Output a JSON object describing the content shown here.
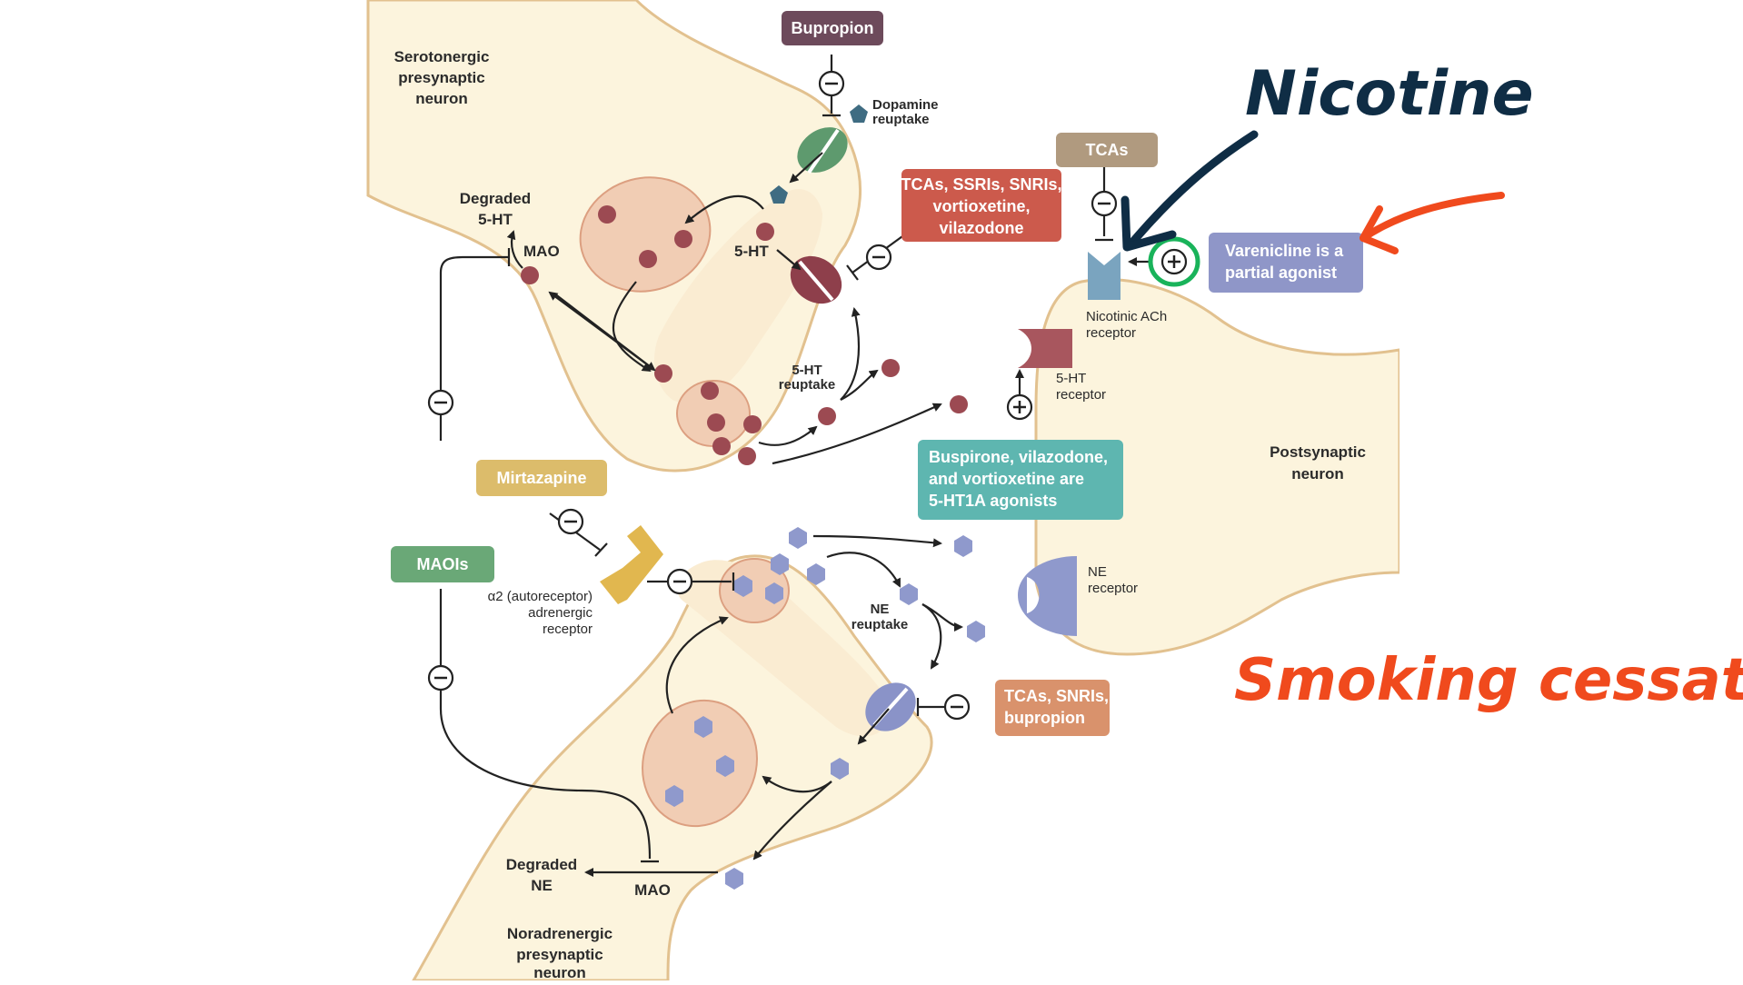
{
  "diagram": {
    "drug_boxes": {
      "bupropion": {
        "label": "Bupropion",
        "color": "#6d4a5b"
      },
      "tcas_top": {
        "label": "TCAs",
        "color": "#b09a7f"
      },
      "tcas_ssris": {
        "lines": [
          "TCAs, SSRIs, SNRIs,",
          "vortioxetine,",
          "vilazodone"
        ],
        "color": "#cc5a4c"
      },
      "varenicline": {
        "lines": [
          "Varenicline is a",
          "partial agonist"
        ],
        "color": "#8f96c8"
      },
      "buspirone": {
        "lines": [
          "Buspirone, vilazodone,",
          "and vortioxetine are",
          "5-HT1A agonists"
        ],
        "color": "#5eb6b0"
      },
      "mirtazapine": {
        "label": "Mirtazapine",
        "color": "#dcbc6b"
      },
      "maois": {
        "label": "MAOIs",
        "color": "#6aa877"
      },
      "tcas_snris": {
        "lines": [
          "TCAs, SNRIs,",
          "bupropion"
        ],
        "color": "#d9926c"
      }
    },
    "labels": {
      "serotonergic": [
        "Serotonergic",
        "presynaptic",
        "neuron"
      ],
      "degraded_5ht": [
        "Degraded",
        "5-HT"
      ],
      "mao_top": "MAO",
      "ht_5": "5-HT",
      "dopamine_reuptake": [
        "Dopamine",
        "reuptake"
      ],
      "ht_reuptake": [
        "5-HT",
        "reuptake"
      ],
      "nicotinic": [
        "Nicotinic ACh",
        "receptor"
      ],
      "ht_receptor": [
        "5-HT",
        "receptor"
      ],
      "postsynaptic": [
        "Postsynaptic",
        "neuron"
      ],
      "alpha2": [
        "α2 (autoreceptor)",
        "adrenergic",
        "receptor"
      ],
      "ne_reuptake": [
        "NE",
        "reuptake"
      ],
      "ne_receptor": [
        "NE",
        "receptor"
      ],
      "degraded_ne": [
        "Degraded",
        "NE"
      ],
      "mao_bottom": "MAO",
      "noradrenergic": [
        "Noradrenergic",
        "presynaptic",
        "neuron"
      ]
    },
    "annotations": {
      "nicotine": "Nicotine",
      "smoking": "Smoking cessation"
    },
    "colors": {
      "serotonin": "#9c4a52",
      "norepinephrine": "#8f99cc",
      "dopamine": "#3f6c82",
      "handwriting_blue": "#0f2d45",
      "handwriting_red": "#f04a1d",
      "highlight_green": "#19b35a"
    }
  }
}
